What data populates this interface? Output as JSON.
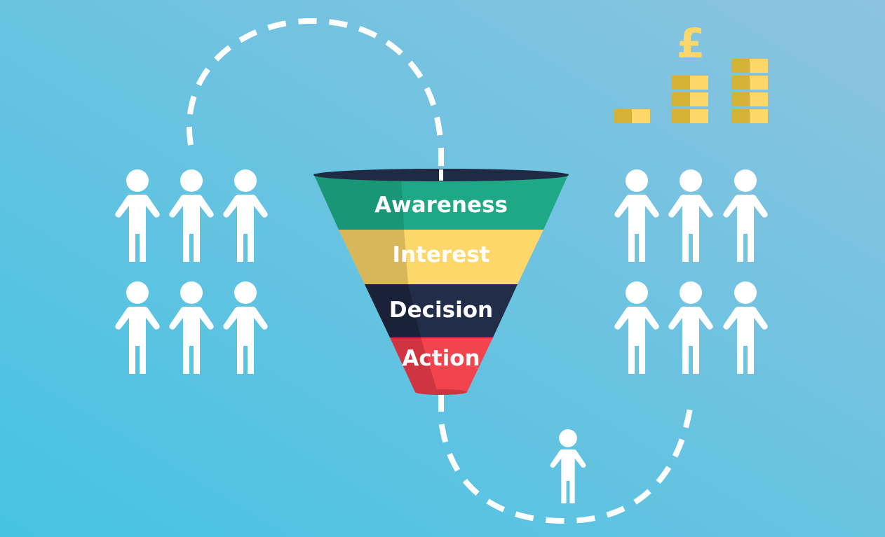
{
  "funnel": {
    "stages": [
      {
        "label": "Awareness",
        "color": "#1fa886",
        "shade": "#168a6d"
      },
      {
        "label": "Interest",
        "color": "#fcd86b",
        "shade": "#d8b65a"
      },
      {
        "label": "Decision",
        "color": "#222d4a",
        "shade": "#1a2239"
      },
      {
        "label": "Action",
        "color": "#f1444f",
        "shade": "#cf3441"
      }
    ],
    "rim_color": "#1f2a45"
  },
  "revenue": {
    "currency_symbol": "£",
    "coin_color": "#fcd86b",
    "coin_shade": "#d4b235",
    "coin_stacks": [
      1,
      3,
      4
    ]
  },
  "people": {
    "left_group": 6,
    "right_group": 6,
    "converted": 1,
    "color": "#ffffff"
  },
  "background": {
    "from": "#46c3e2",
    "to": "#8cc3e0"
  }
}
